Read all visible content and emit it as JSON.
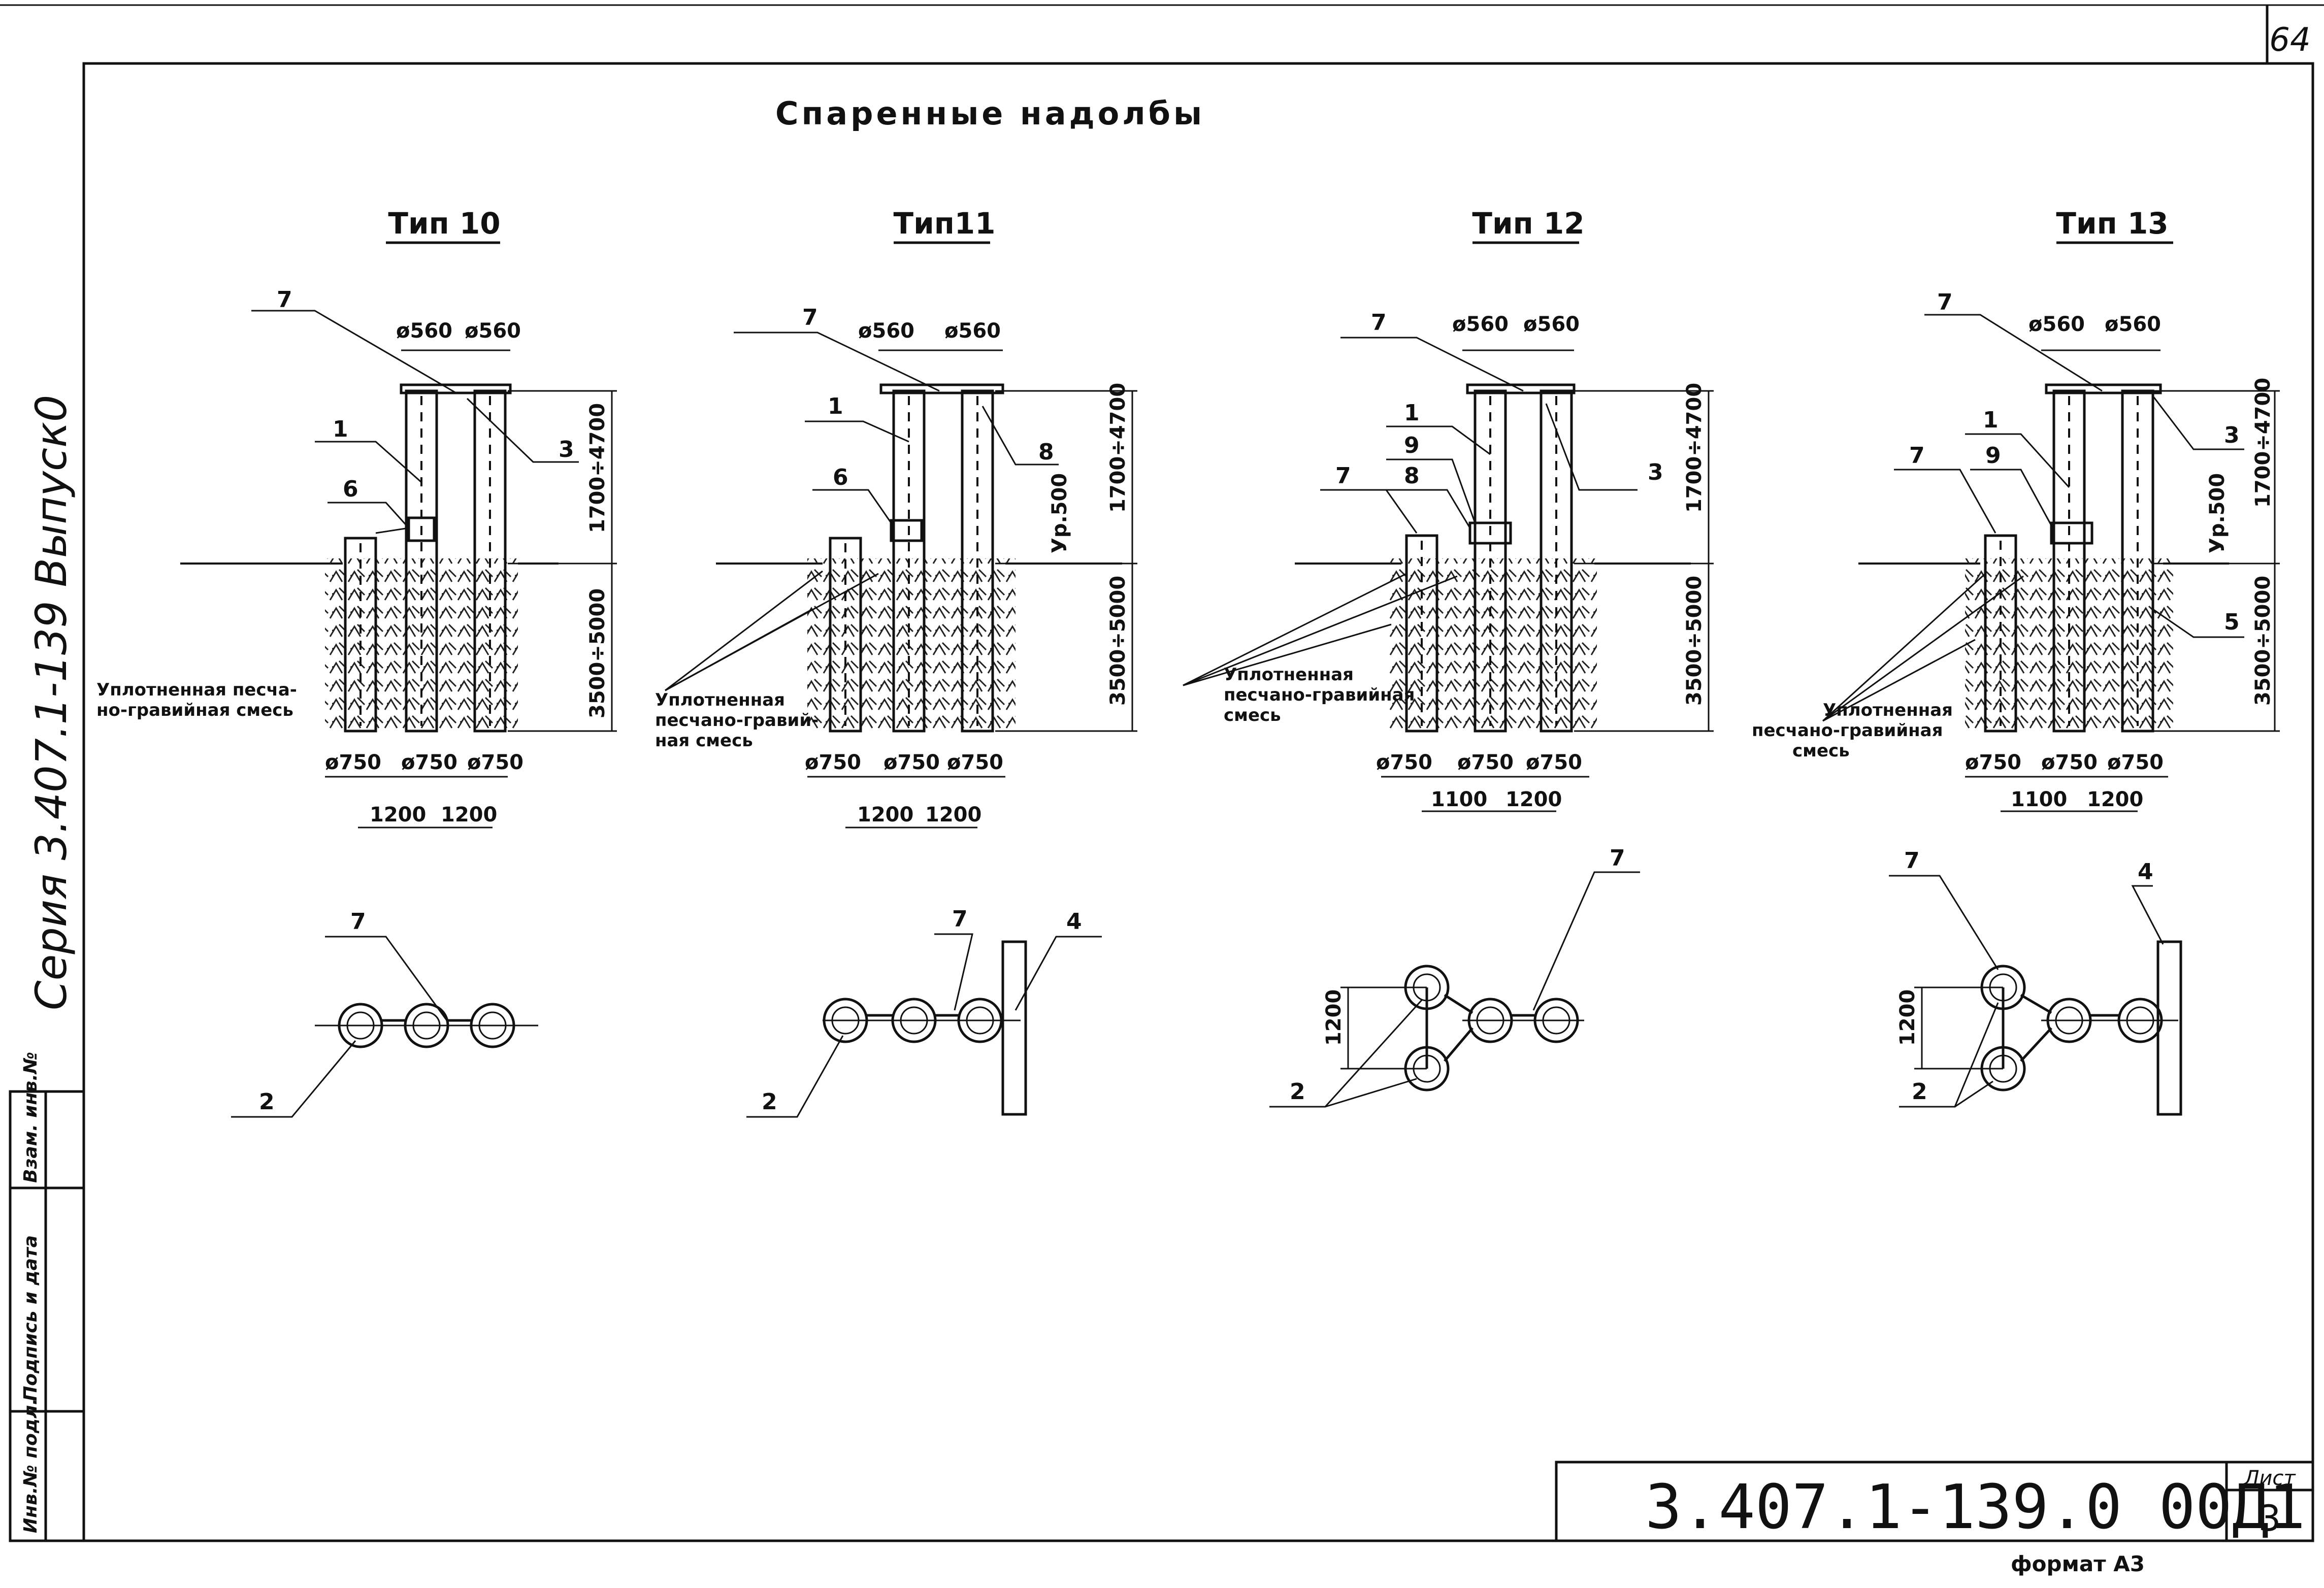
{
  "page_number": "64",
  "title": "Спаренные надолбы",
  "types": [
    {
      "key": "t10",
      "name": "Тип 10"
    },
    {
      "key": "t11",
      "name": "Тип11"
    },
    {
      "key": "t12",
      "name": "Тип 12"
    },
    {
      "key": "t13",
      "name": "Тип 13"
    }
  ],
  "dims": {
    "d560": "ø560",
    "d750": "ø750",
    "h_above": "1700÷4700",
    "h_below": "3500÷5000",
    "span1200": "1200",
    "span1100": "1100",
    "level": "Ур.500",
    "plan1200": "1200"
  },
  "callouts": {
    "c1": "1",
    "c2": "2",
    "c3": "3",
    "c4": "4",
    "c5": "5",
    "c6": "6",
    "c7": "7",
    "c8": "8",
    "c9": "9"
  },
  "notes": {
    "t10": [
      "Уплотненная песча-",
      "но-гравийная смесь"
    ],
    "t11": [
      "Уплотненная",
      "песчано-гравий-",
      "ная смесь"
    ],
    "t12": [
      "Уплотненная",
      "песчано-гравийная",
      "смесь"
    ],
    "t13": [
      "Уплотненная",
      "песчано-гравийная",
      "смесь"
    ]
  },
  "side_text": "Серия 3.407.1-139 Выпуск0",
  "stamp_labels": [
    "Инв.№ подл.",
    "Подпись и дата",
    "Взам. инв.№"
  ],
  "doc_code": "3.407.1-139.0 00Д1",
  "sheet_label": "Лист",
  "sheet_number": "3",
  "format": "формат А3"
}
